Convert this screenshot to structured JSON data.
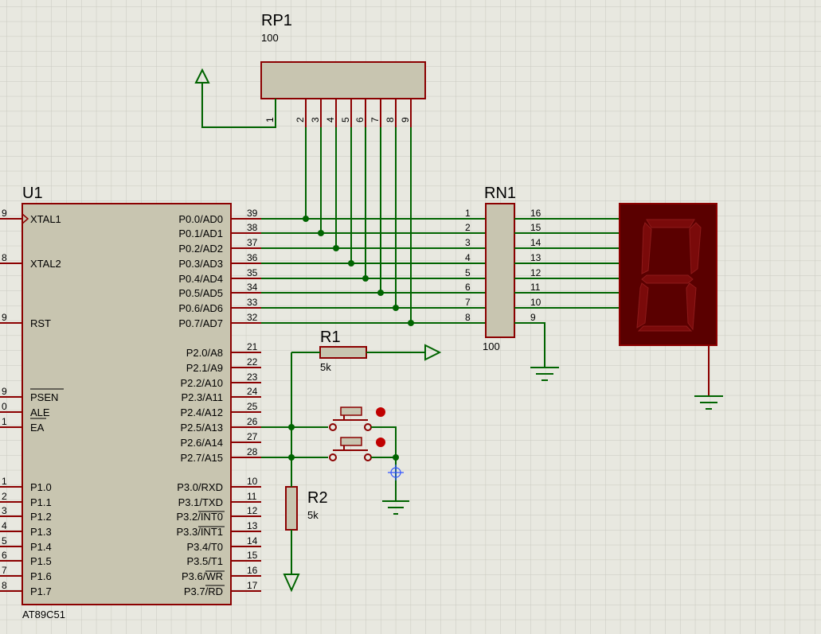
{
  "colors": {
    "background": "#e8e8e0",
    "grid": "#c9c9bf",
    "wire": "#006400",
    "component_outline": "#8b0000",
    "component_fill": "#c8c5b0",
    "display_body": "#5a0000",
    "display_segment": "#7a0a0a"
  },
  "u1": {
    "ref": "U1",
    "part": "AT89C51",
    "left_pins": [
      {
        "num": "9",
        "name": "XTAL1"
      },
      {
        "num": "8",
        "name": "XTAL2"
      },
      {
        "num": "9",
        "name": "RST"
      },
      {
        "num": "9",
        "name": "PSEN"
      },
      {
        "num": "0",
        "name": "ALE"
      },
      {
        "num": "1",
        "name": "EA"
      },
      {
        "num": "1",
        "name": "P1.0"
      },
      {
        "num": "2",
        "name": "P1.1"
      },
      {
        "num": "3",
        "name": "P1.2"
      },
      {
        "num": "4",
        "name": "P1.3"
      },
      {
        "num": "5",
        "name": "P1.4"
      },
      {
        "num": "6",
        "name": "P1.5"
      },
      {
        "num": "7",
        "name": "P1.6"
      },
      {
        "num": "8",
        "name": "P1.7"
      }
    ],
    "right_pins": [
      {
        "num": "39",
        "name": "P0.0/AD0"
      },
      {
        "num": "38",
        "name": "P0.1/AD1"
      },
      {
        "num": "37",
        "name": "P0.2/AD2"
      },
      {
        "num": "36",
        "name": "P0.3/AD3"
      },
      {
        "num": "35",
        "name": "P0.4/AD4"
      },
      {
        "num": "34",
        "name": "P0.5/AD5"
      },
      {
        "num": "33",
        "name": "P0.6/AD6"
      },
      {
        "num": "32",
        "name": "P0.7/AD7"
      },
      {
        "num": "21",
        "name": "P2.0/A8"
      },
      {
        "num": "22",
        "name": "P2.1/A9"
      },
      {
        "num": "23",
        "name": "P2.2/A10"
      },
      {
        "num": "24",
        "name": "P2.3/A11"
      },
      {
        "num": "25",
        "name": "P2.4/A12"
      },
      {
        "num": "26",
        "name": "P2.5/A13"
      },
      {
        "num": "27",
        "name": "P2.6/A14"
      },
      {
        "num": "28",
        "name": "P2.7/A15"
      },
      {
        "num": "10",
        "name": "P3.0/RXD"
      },
      {
        "num": "11",
        "name": "P3.1/TXD"
      },
      {
        "num": "12",
        "name": "P3.2/INT0"
      },
      {
        "num": "13",
        "name": "P3.3/INT1"
      },
      {
        "num": "14",
        "name": "P3.4/T0"
      },
      {
        "num": "15",
        "name": "P3.5/T1"
      },
      {
        "num": "16",
        "name": "P3.6/WR"
      },
      {
        "num": "17",
        "name": "P3.7/RD"
      }
    ]
  },
  "rp1": {
    "ref": "RP1",
    "value": "100",
    "pins": [
      "1",
      "2",
      "3",
      "4",
      "5",
      "6",
      "7",
      "8",
      "9"
    ]
  },
  "rn1": {
    "ref": "RN1",
    "value": "100",
    "left_pins": [
      "1",
      "2",
      "3",
      "4",
      "5",
      "6",
      "7",
      "8"
    ],
    "right_pins": [
      "16",
      "15",
      "14",
      "13",
      "12",
      "11",
      "10",
      "9"
    ]
  },
  "r1": {
    "ref": "R1",
    "value": "5k"
  },
  "r2": {
    "ref": "R2",
    "value": "5k"
  }
}
